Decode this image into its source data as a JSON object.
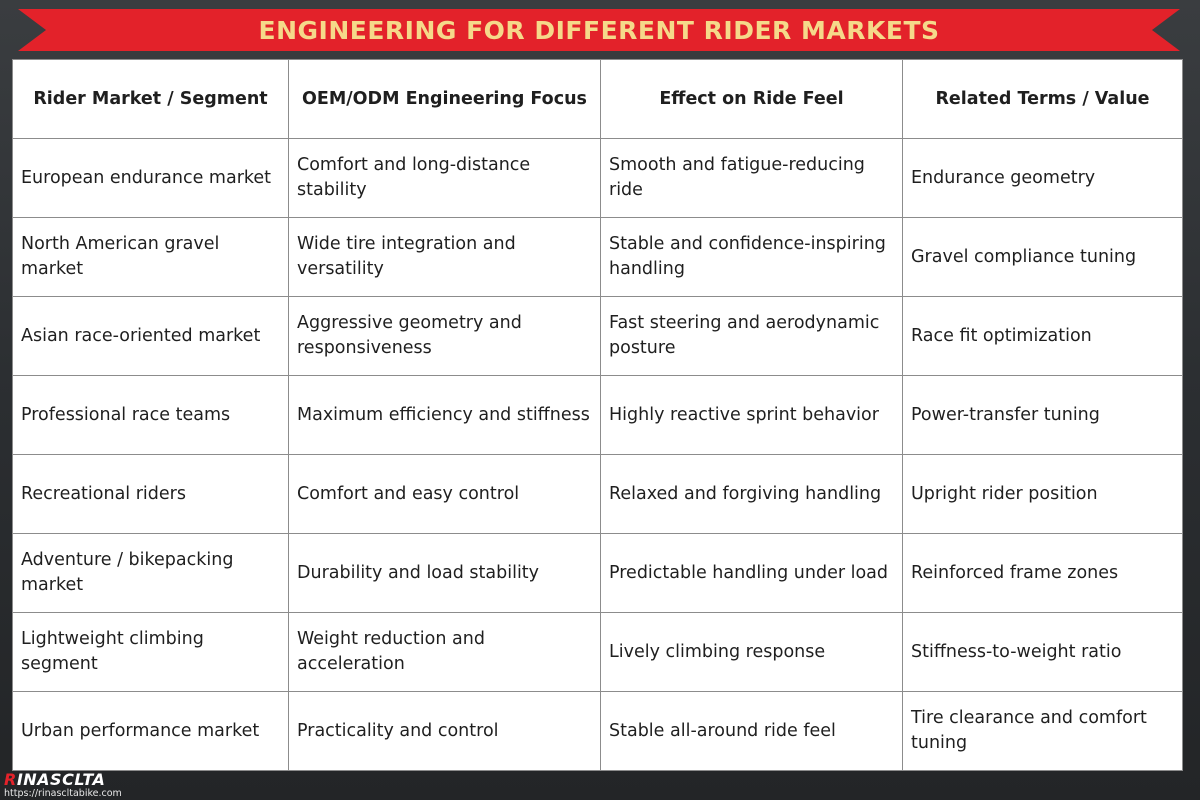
{
  "title": "ENGINEERING FOR DIFFERENT RIDER MARKETS",
  "columns": [
    "Rider Market / Segment",
    "OEM/ODM Engineering Focus",
    "Effect on Ride Feel",
    "Related Terms / Value"
  ],
  "rows": [
    [
      "European endurance market",
      "Comfort and long-distance stability",
      "Smooth and fatigue-reducing ride",
      "Endurance geometry"
    ],
    [
      "North American gravel market",
      "Wide tire integration and versatility",
      "Stable and confidence-inspiring handling",
      "Gravel compliance tuning"
    ],
    [
      "Asian race-oriented market",
      "Aggressive geometry and responsiveness",
      "Fast steering and aerodynamic posture",
      "Race fit optimization"
    ],
    [
      "Professional race teams",
      "Maximum efficiency and stiffness",
      "Highly reactive sprint behavior",
      "Power-transfer tuning"
    ],
    [
      "Recreational riders",
      "Comfort and easy control",
      "Relaxed and forgiving handling",
      "Upright rider position"
    ],
    [
      "Adventure / bikepacking market",
      "Durability and load stability",
      "Predictable handling under load",
      "Reinforced frame zones"
    ],
    [
      "Lightweight climbing segment",
      "Weight reduction and acceleration",
      "Lively climbing response",
      "Stiffness-to-weight ratio"
    ],
    [
      "Urban performance market",
      "Practicality and control",
      "Stable all-around ride feel",
      "Tire clearance and comfort tuning"
    ]
  ],
  "brand": {
    "logo_first": "R",
    "logo_rest": "INASCLTA",
    "url": "https://rinascltabike.com"
  },
  "colors": {
    "banner": "#e3222a",
    "title_text": "#f5d98a",
    "background": "#2b2e31"
  }
}
